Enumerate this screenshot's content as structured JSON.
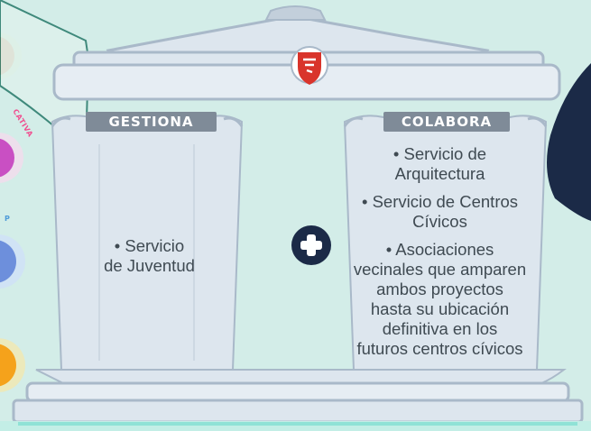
{
  "columns": {
    "left": {
      "header": "GESTIONA",
      "items": [
        "• Servicio",
        "de Juventud"
      ]
    },
    "right": {
      "header": "COLABORA",
      "items": [
        [
          "• Servicio de",
          "Arquitectura"
        ],
        [
          "• Servicio de Centros",
          "Cívicos"
        ],
        [
          "• Asociaciones",
          "vecinales que amparen",
          "ambos proyectos",
          "hasta su ubicación",
          "definitiva en los",
          "futuros centros cívicos"
        ]
      ]
    }
  },
  "side_labels": {
    "cativa": "CATIVA",
    "p": "P"
  },
  "icons": {
    "center": "plus-icon",
    "pediment": "city-shield-icon"
  },
  "colors": {
    "background": "#d3ede8",
    "stone": "#dde6ee",
    "stone_dark": "#a9b9c9",
    "header_band": "#7f8b98",
    "text": "#3f4a52",
    "navy": "#1b2a47",
    "shield_red": "#d9342b",
    "side_orange": "#f26b21",
    "side_purple": "#c94fc3",
    "side_blue": "#6d8fdc",
    "side_yellow": "#f5a21b"
  }
}
